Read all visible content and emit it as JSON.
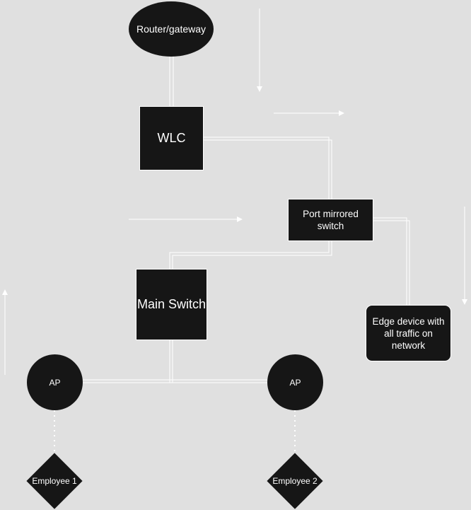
{
  "nodes": {
    "router": "Router/gateway",
    "wlc": "WLC",
    "port_mirrored_switch": "Port mirrored switch",
    "main_switch": "Main Switch",
    "edge_device": "Edge device with all traffic on network",
    "ap_left": "AP",
    "ap_right": "AP",
    "employee_1": "Employee 1",
    "employee_2": "Employee 2"
  },
  "colors": {
    "background": "#e0e0e0",
    "node_fill": "#161616",
    "node_text": "#ffffff",
    "connector": "#ffffff"
  }
}
